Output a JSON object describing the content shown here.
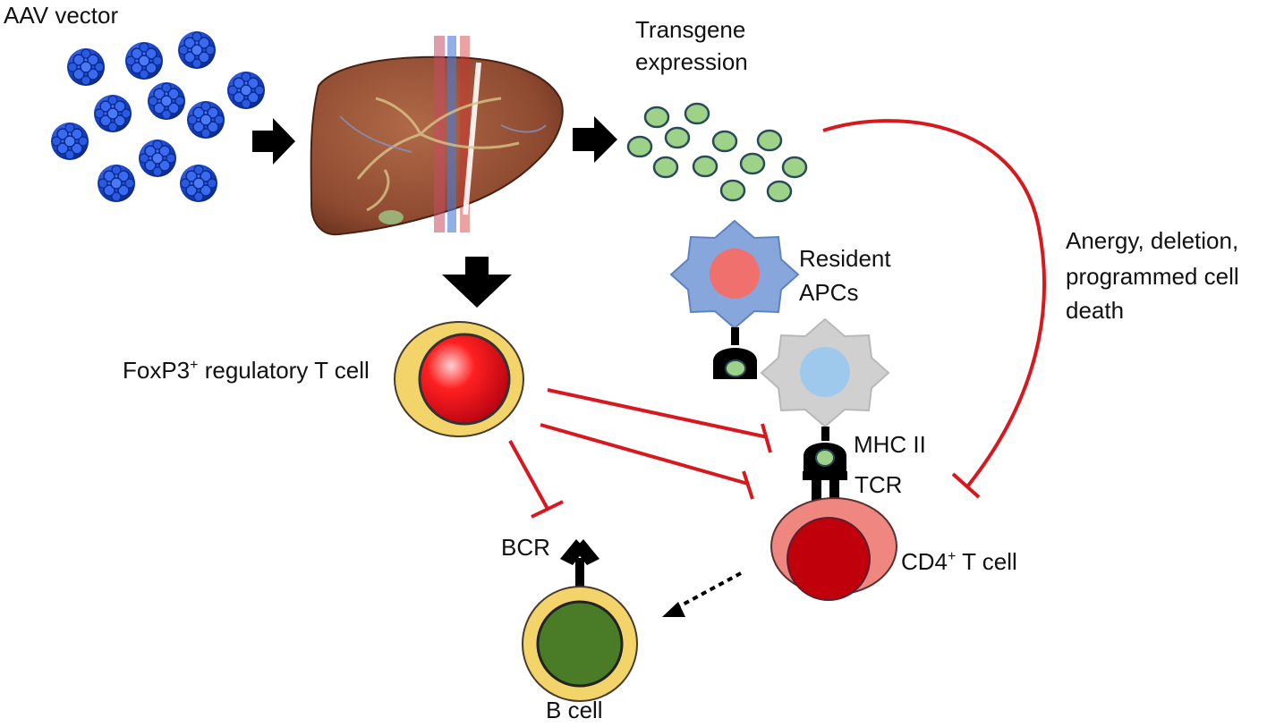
{
  "labels": {
    "aav_vector": "AAV vector",
    "transgene_line1": "Transgene",
    "transgene_line2": "expression",
    "resident_line1": "Resident",
    "resident_line2": "APCs",
    "anergy_line1": "Anergy, deletion,",
    "anergy_line2": "programmed cell",
    "anergy_line3": "death",
    "foxp3_prefix": "FoxP3",
    "foxp3_sup": "+",
    "foxp3_suffix": " regulatory T cell",
    "mhc": "MHC II",
    "tcr": "TCR",
    "bcr": "BCR",
    "cd4_prefix": "CD4",
    "cd4_sup": "+",
    "cd4_suffix": " T cell",
    "b_cell": "B cell"
  },
  "colors": {
    "aav_particle": "#1a46c8",
    "arrow": "#000000",
    "inhibition": "#d7191f",
    "liver": "#8e4a30",
    "transgene_fill": "#9fd289",
    "transgene_stroke": "#2a4a5a",
    "apc_blue_star": "#87a7dc",
    "apc_blue_nucleus": "#f0706e",
    "apc_grey_star": "#d0d0d0",
    "apc_grey_nucleus": "#9ec9ec",
    "treg_ring": "#f2d46a",
    "treg_nucleus": "#e5141c",
    "cd4_cell": "#ef8780",
    "cd4_nucleus": "#c0000a",
    "b_ring": "#f2d46a",
    "b_nucleus": "#4a7c28"
  }
}
